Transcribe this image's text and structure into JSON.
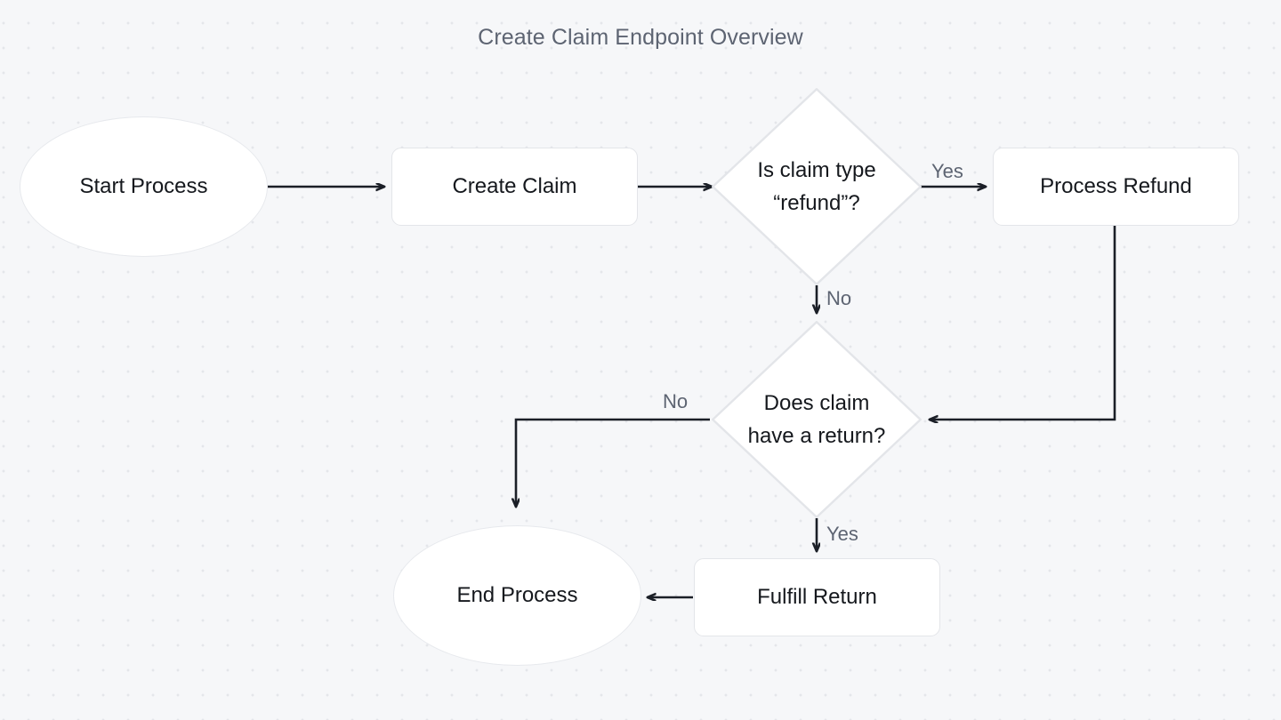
{
  "diagram": {
    "title": "Create Claim Endpoint Overview",
    "type": "flowchart",
    "background_color": "#f6f7f9",
    "dot_grid_color": "#e4e6ea",
    "node_fill": "#ffffff",
    "node_border_color": "#e3e5e9",
    "edge_color": "#1b1f27",
    "label_color": "#5d6472",
    "text_color": "#15181d",
    "nodes": [
      {
        "id": "start",
        "shape": "ellipse",
        "label": "Start Process"
      },
      {
        "id": "create_claim",
        "shape": "rounded-rect",
        "label": "Create Claim"
      },
      {
        "id": "is_refund",
        "shape": "diamond",
        "label_line1": "Is claim type",
        "label_line2": "“refund”?"
      },
      {
        "id": "process_refund",
        "shape": "rounded-rect",
        "label": "Process Refund"
      },
      {
        "id": "has_return",
        "shape": "diamond",
        "label_line1": "Does claim",
        "label_line2": "have a return?"
      },
      {
        "id": "fulfill_return",
        "shape": "rounded-rect",
        "label": "Fulfill Return"
      },
      {
        "id": "end",
        "shape": "ellipse",
        "label": "End Process"
      }
    ],
    "edges": [
      {
        "from": "start",
        "to": "create_claim",
        "label": ""
      },
      {
        "from": "create_claim",
        "to": "is_refund",
        "label": ""
      },
      {
        "from": "is_refund",
        "to": "process_refund",
        "label": "Yes"
      },
      {
        "from": "is_refund",
        "to": "has_return",
        "label": "No"
      },
      {
        "from": "process_refund",
        "to": "has_return",
        "label": ""
      },
      {
        "from": "has_return",
        "to": "end",
        "label": "No"
      },
      {
        "from": "has_return",
        "to": "fulfill_return",
        "label": "Yes"
      },
      {
        "from": "fulfill_return",
        "to": "end",
        "label": ""
      }
    ],
    "edge_labels": {
      "refund_yes": "Yes",
      "refund_no": "No",
      "return_no": "No",
      "return_yes": "Yes"
    }
  }
}
